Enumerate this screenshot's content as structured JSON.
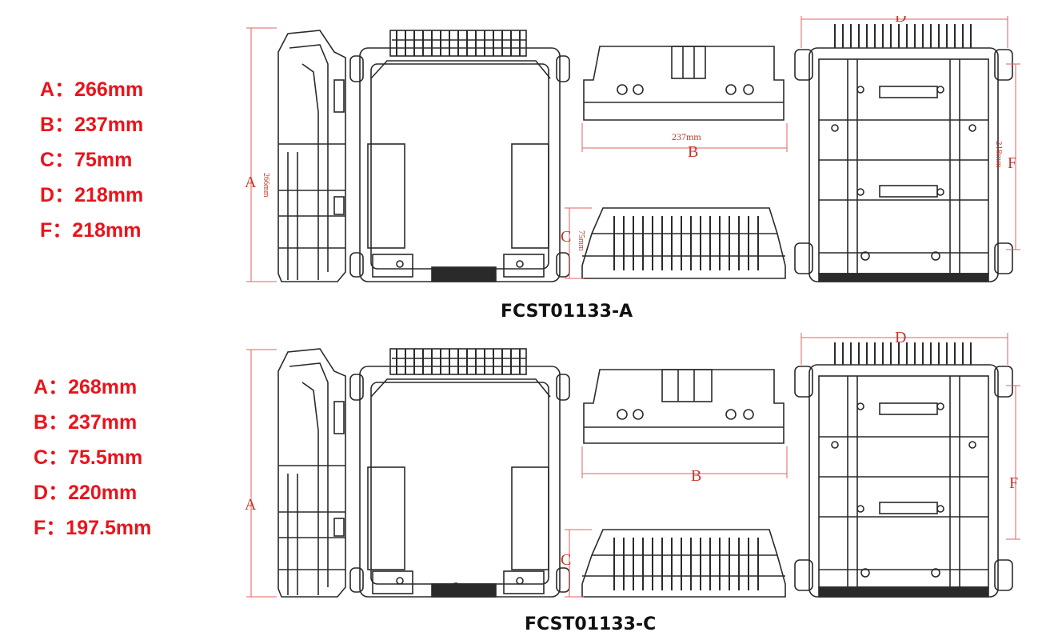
{
  "model_a": {
    "title": "FCST01133-A",
    "specs": [
      {
        "key": "A",
        "sep": "：",
        "value": "266mm"
      },
      {
        "key": "B",
        "sep": "：",
        "value": "237mm"
      },
      {
        "key": "C",
        "sep": "：",
        "value": "75mm"
      },
      {
        "key": "D",
        "sep": "：",
        "value": "218mm"
      },
      {
        "key": "F",
        "sep": "：",
        "value": "218mm"
      }
    ],
    "dim_labels": {
      "a": "A",
      "a_value": "266mm",
      "b": "B",
      "b_value": "237mm",
      "c": "C",
      "c_value": "75mm",
      "d": "D",
      "f": "F",
      "f_value": "218mm"
    }
  },
  "model_c": {
    "title": "FCST01133-C",
    "specs": [
      {
        "key": "A",
        "sep": "：",
        "value": "268mm"
      },
      {
        "key": "B",
        "sep": "：",
        "value": "237mm"
      },
      {
        "key": "C",
        "sep": "：",
        "value": "75.5mm"
      },
      {
        "key": "D",
        "sep": "：",
        "value": "220mm"
      },
      {
        "key": "F",
        "sep": "：",
        "value": "197.5mm"
      }
    ],
    "dim_labels": {
      "a": "A",
      "b": "B",
      "c": "C",
      "d": "D",
      "f": "F"
    }
  },
  "colors": {
    "spec_text": "#e8141c",
    "line": "#2a2a2a",
    "dim_line": "#e06060",
    "dim_text": "#c0392b",
    "caption": "#111111"
  }
}
